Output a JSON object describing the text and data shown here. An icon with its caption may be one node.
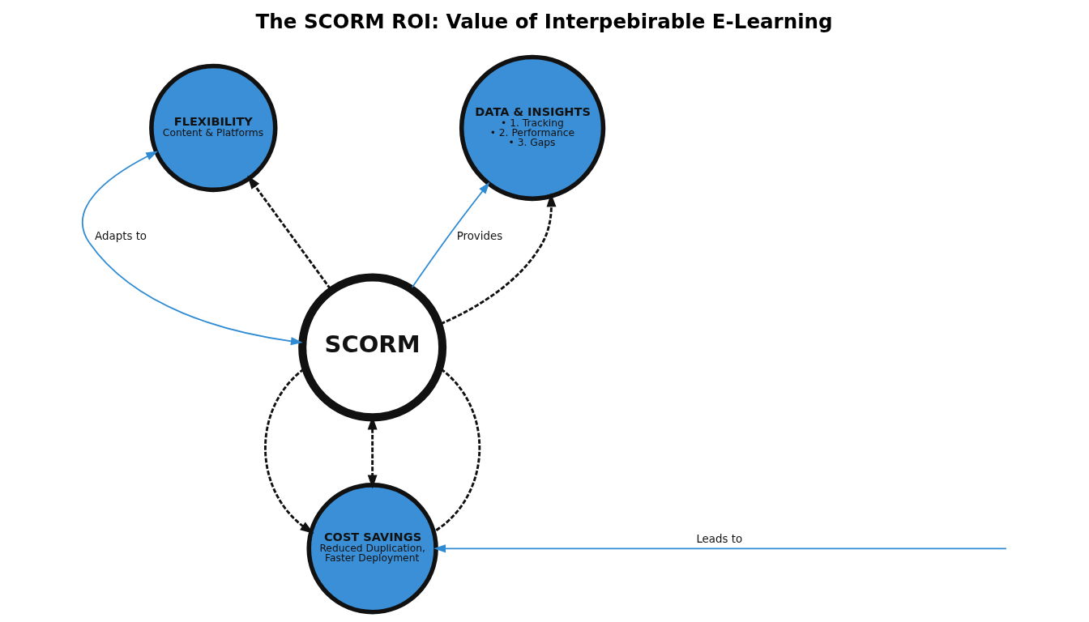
{
  "diagram": {
    "title": "The SCORM ROI: Value of Interpebirable E-Learning",
    "nodes": [
      {
        "text": [
          "FLEXIBILITY",
          "Content & Platforms"
        ]
      },
      {
        "text": [
          "SCORM"
        ]
      },
      {
        "text": [
          "DATA & INSIGHTS",
          "• 1. Tracking",
          "• 2. Performance",
          "• 3. Gaps"
        ]
      },
      {
        "text": [
          "COST SAVINGS",
          "Reduced Duplication, Faster Deployment"
        ]
      }
    ],
    "edges": [
      {
        "from": 0,
        "to": 1,
        "arrow": "both",
        "label": "Adapts to",
        "color": "#2f8bd3"
      },
      {
        "from": 1,
        "to": 0,
        "arrow": "to",
        "style": "dashed"
      },
      {
        "from": 1,
        "to": 2,
        "arrow": "to",
        "label": "Provides",
        "color": "#2f8bd3"
      },
      {
        "from": 1,
        "to": 2,
        "arrow": "to",
        "style": "dashed"
      },
      {
        "from": 1,
        "to": 3,
        "arrow": "to",
        "style": "dashed"
      },
      {
        "from": 1,
        "to": 3,
        "arrow": "both",
        "style": "dashed"
      },
      {
        "from": 1,
        "to": 3,
        "arrow": "none",
        "style": "dashed"
      },
      {
        "from": null,
        "to": 3,
        "arrow": "to",
        "label": "Leads to",
        "color": "#2f8bd3"
      }
    ]
  }
}
